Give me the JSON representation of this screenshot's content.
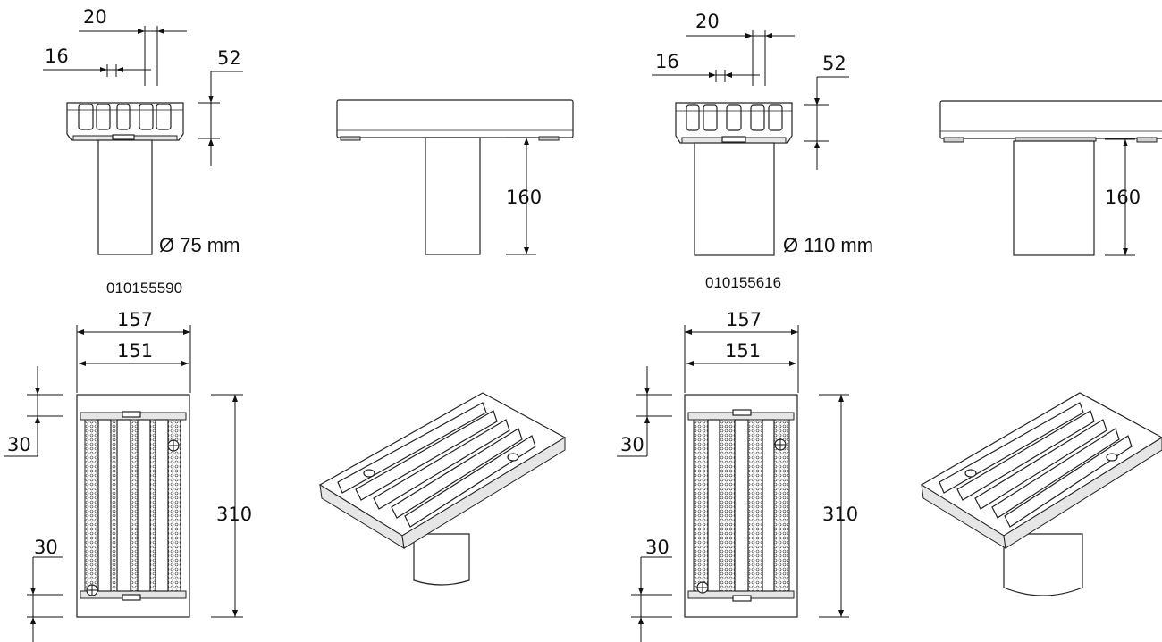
{
  "products": [
    {
      "code": "010155590",
      "diameter": "Ø 75 mm",
      "dims": {
        "slot_pitch": "20",
        "slot_width": "16",
        "frame_height": "52",
        "outlet_length": "160",
        "outer_width": "157",
        "inner_width": "151",
        "length": "310",
        "edge_top": "30",
        "edge_bottom": "30"
      }
    },
    {
      "code": "010155616",
      "diameter": "Ø 110 mm",
      "dims": {
        "slot_pitch": "20",
        "slot_width": "16",
        "frame_height": "52",
        "outlet_length": "160",
        "outer_width": "157",
        "inner_width": "151",
        "length": "310",
        "edge_top": "30",
        "edge_bottom": "30"
      }
    }
  ]
}
